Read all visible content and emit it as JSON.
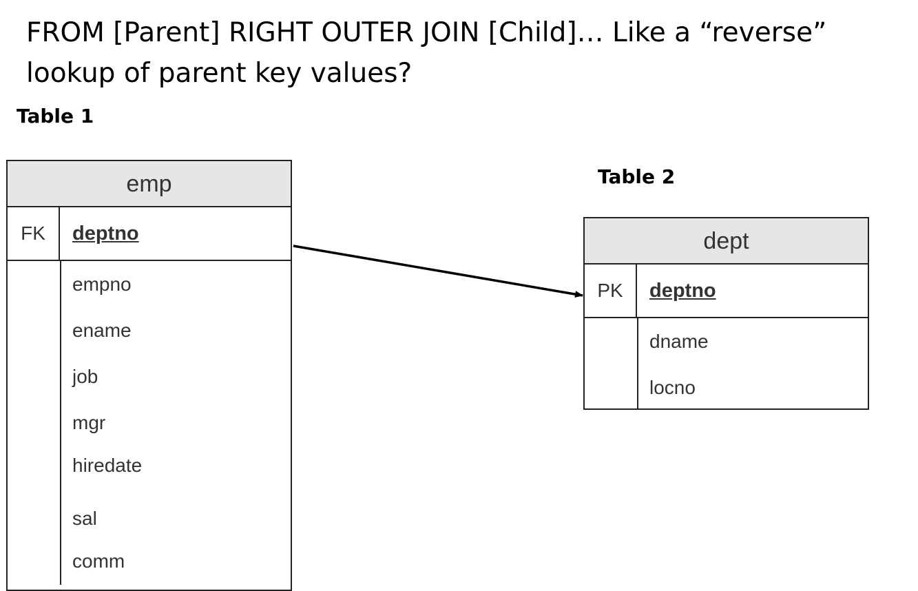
{
  "title": {
    "line1": "FROM [Parent] RIGHT OUTER JOIN [Child]… Like a “reverse”",
    "line2": "lookup of parent key values?"
  },
  "table1": {
    "label": "Table 1",
    "name": "emp",
    "key_type": "FK",
    "key_field": "deptno",
    "fields": [
      "empno",
      "ename",
      "job",
      "mgr",
      "hiredate",
      "sal",
      "comm"
    ]
  },
  "table2": {
    "label": "Table 2",
    "name": "dept",
    "key_type": "PK",
    "key_field": "deptno",
    "fields": [
      "dname",
      "locno"
    ]
  }
}
